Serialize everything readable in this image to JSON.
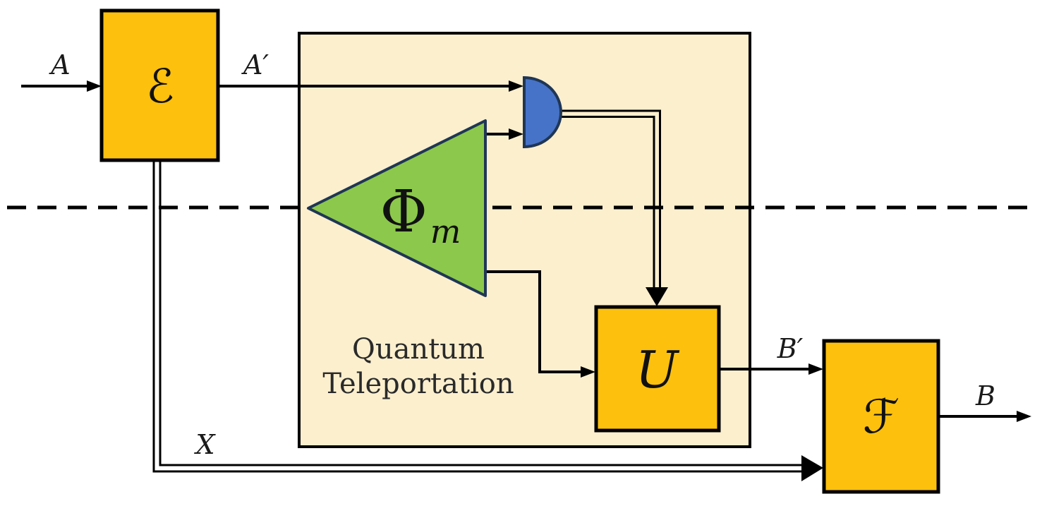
{
  "figure": {
    "region_label": {
      "line1": "Quantum",
      "line2": "Teleportation"
    },
    "boxes": {
      "encoder": {
        "label": "ℰ"
      },
      "correction": {
        "label": "U"
      },
      "decoder": {
        "label": "ℱ"
      }
    },
    "resource_state": {
      "label": "Φ",
      "subscript": "m"
    },
    "wires": {
      "a": "A",
      "a_prime": "A′",
      "x": "X",
      "b_prime": "B′",
      "b": "B"
    },
    "colors": {
      "box_fill": "#FCC00D",
      "region_fill": "#FCEFCE",
      "triangle_fill": "#8CC84B",
      "detector_fill": "#4673C8",
      "shape_border": "#1F3655",
      "line": "#000000"
    }
  }
}
